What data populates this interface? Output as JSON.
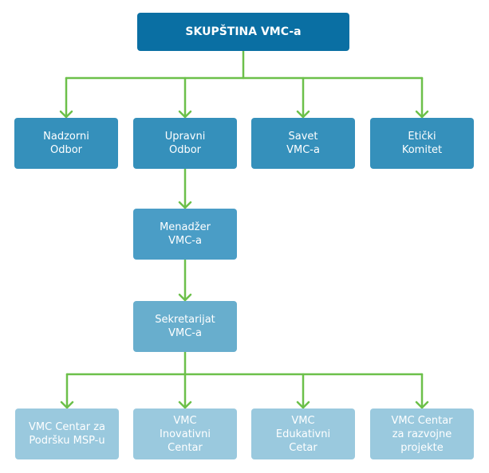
{
  "title": "SKUPŠTINA VMC-a",
  "colors": {
    "connector": "#6cc04a",
    "level0": "#0a6fa3",
    "level1": "#3590bb",
    "level2": "#4a9dc6",
    "level3": "#68aecd",
    "level4": "#9ac9de",
    "text": "#ffffff"
  },
  "nodes": {
    "skupstina": "SKUPŠTINA VMC-a",
    "nadzorni_odbor": "Nadzorni\nOdbor",
    "upravni_odbor": "Upravni\nOdbor",
    "savet": "Savet\nVMC-a",
    "eticki_komitet": "Etički\nKomitet",
    "menadzer": "Menadžer\nVMC-a",
    "sekretarijat": "Sekretarijat\nVMC-a",
    "centar_msp": "VMC Centar za\nPodršku MSP-u",
    "inovativni_centar": "VMC\nInovativni\nCentar",
    "edukativni_cetar": "VMC\nEdukativni\nCetar",
    "razvojni_projekti": "VMC Centar\nza razvojne\nprojekte"
  },
  "edges": [
    [
      "skupstina",
      "nadzorni_odbor"
    ],
    [
      "skupstina",
      "upravni_odbor"
    ],
    [
      "skupstina",
      "savet"
    ],
    [
      "skupstina",
      "eticki_komitet"
    ],
    [
      "upravni_odbor",
      "menadzer"
    ],
    [
      "menadzer",
      "sekretarijat"
    ],
    [
      "sekretarijat",
      "centar_msp"
    ],
    [
      "sekretarijat",
      "inovativni_centar"
    ],
    [
      "sekretarijat",
      "edukativni_cetar"
    ],
    [
      "sekretarijat",
      "razvojni_projekti"
    ]
  ]
}
